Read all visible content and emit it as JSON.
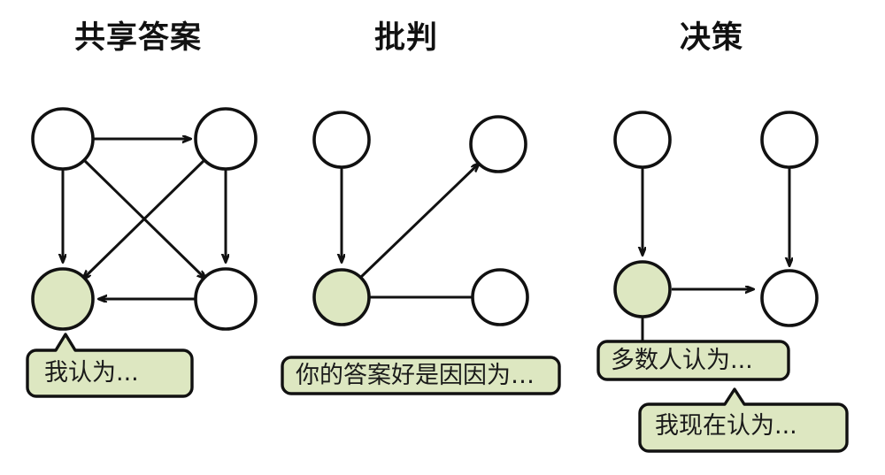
{
  "figure": {
    "background_color": "#ffffff",
    "node_fill_default": "#ffffff",
    "node_fill_highlight": "#dde7c1",
    "stroke_color": "#111111",
    "bubble_fill": "#dde7c1",
    "bubble_stroke": "#111111"
  },
  "panels": [
    {
      "id": "shared-answer",
      "title": "共享答案",
      "nodes": [
        {
          "id": "p1-tl",
          "highlight": false
        },
        {
          "id": "p1-tr",
          "highlight": false
        },
        {
          "id": "p1-bl",
          "highlight": true
        },
        {
          "id": "p1-br",
          "highlight": false
        }
      ],
      "edges": [
        {
          "from": "p1-tl",
          "to": "p1-tr",
          "arrow": true
        },
        {
          "from": "p1-tl",
          "to": "p1-bl",
          "arrow": true
        },
        {
          "from": "p1-tl",
          "to": "p1-br",
          "arrow": true
        },
        {
          "from": "p1-tr",
          "to": "p1-br",
          "arrow": true
        },
        {
          "from": "p1-tr",
          "to": "p1-bl",
          "arrow": true
        },
        {
          "from": "p1-br",
          "to": "p1-bl",
          "arrow": true
        }
      ],
      "bubbles": [
        {
          "id": "p1-bubble-1",
          "text": "我认为...",
          "tail": "pointer"
        }
      ]
    },
    {
      "id": "critique",
      "title": "批判",
      "nodes": [
        {
          "id": "p2-tl",
          "highlight": false
        },
        {
          "id": "p2-tr",
          "highlight": false
        },
        {
          "id": "p2-bl",
          "highlight": true
        },
        {
          "id": "p2-br",
          "highlight": false
        }
      ],
      "edges": [
        {
          "from": "p2-tl",
          "to": "p2-bl",
          "arrow": true
        },
        {
          "from": "p2-bl",
          "to": "p2-tr",
          "arrow": true
        },
        {
          "from": "p2-bl",
          "to": "p2-br",
          "arrow": false
        }
      ],
      "bubbles": [
        {
          "id": "p2-bubble-1",
          "text": "你的答案好是因因为…",
          "tail": "none"
        }
      ]
    },
    {
      "id": "decision",
      "title": "决策",
      "nodes": [
        {
          "id": "p3-tl",
          "highlight": false
        },
        {
          "id": "p3-tr",
          "highlight": false
        },
        {
          "id": "p3-bl",
          "highlight": true
        },
        {
          "id": "p3-br",
          "highlight": false
        }
      ],
      "edges": [
        {
          "from": "p3-tl",
          "to": "p3-bl",
          "arrow": true
        },
        {
          "from": "p3-tr",
          "to": "p3-br",
          "arrow": true
        },
        {
          "from": "p3-bl",
          "to": "p3-br",
          "arrow": true
        }
      ],
      "bubbles": [
        {
          "id": "p3-bubble-1",
          "text": "多数人认为...",
          "tail": "stem"
        },
        {
          "id": "p3-bubble-2",
          "text": "我现在认为...",
          "tail": "pointer"
        }
      ]
    }
  ]
}
